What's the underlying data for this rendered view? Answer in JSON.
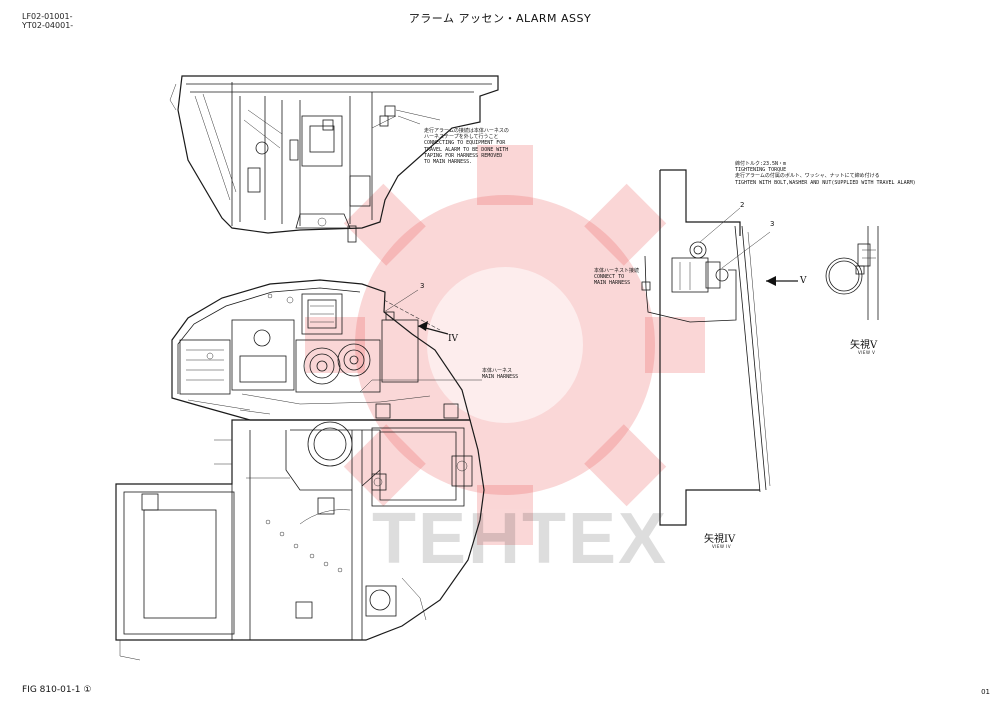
{
  "header": {
    "code_line_1": "LF02-01001-",
    "code_line_2": "YT02-04001-",
    "title": "アラーム アッセン・ALARM ASSY"
  },
  "footer": {
    "figure": "FIG 810-01-1 ①",
    "page": "01"
  },
  "notes": {
    "travel_alarm_note": "走行アラームの接続は本体ハーネスの\nハーネステープを外して行うこと\nCONNECTING TO EQUIPMENT FOR\nTRAVEL ALARM TO BE DONE WITH\nTAPING FOR HARNESS REMOVED\nTO MAIN HARNESS.",
    "torque_note": "締付トルク:23.5N・m\nTIGHTENING TORQUE\n走行アラームの付属のボルト、ワッシャ、ナットにて締め付ける\nTIGHTEN WITH BOLT,WASHER AND NUT(SUPPLIED WITH TRAVEL ALARM)",
    "connect_main_harness": "本体ハーネスト接続\nCONNECT TO\nMAIN HARNESS",
    "main_harness": "本体ハーネス\nMAIN HARNESS"
  },
  "callouts": {
    "part_3_left": "3",
    "part_2": "2",
    "part_3_right": "3",
    "arrow_iv": "IV",
    "arrow_v": "V"
  },
  "views": {
    "view_v_jp": "矢視V",
    "view_v_en": "VIEW V",
    "view_iv_jp": "矢視IV",
    "view_iv_en": "VIEW IV"
  },
  "watermark": {
    "text": "TEHTEX"
  }
}
